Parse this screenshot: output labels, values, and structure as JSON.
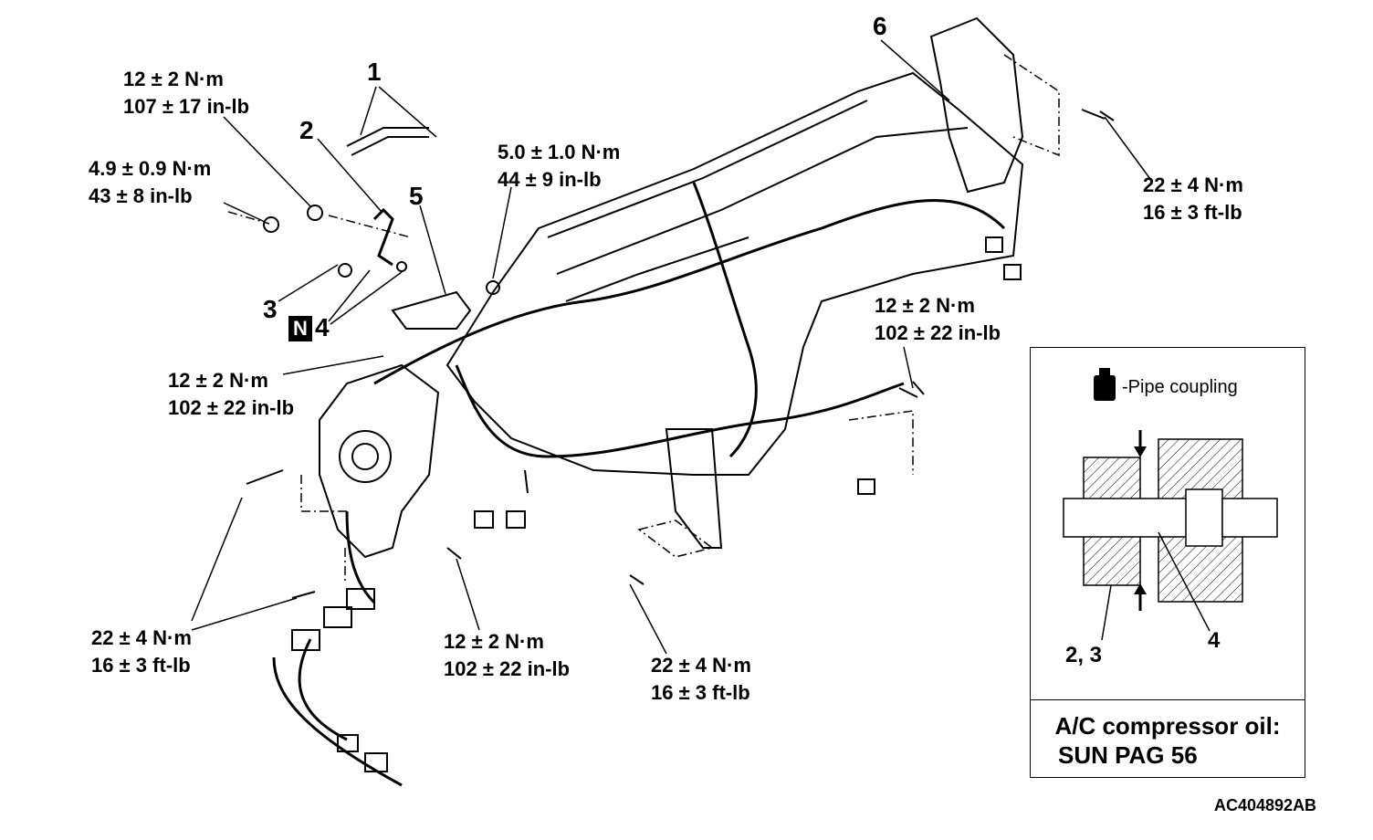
{
  "torques": {
    "t1": {
      "line1": "12 ± 2 N·m",
      "line2": "107 ± 17 in-lb"
    },
    "t2": {
      "line1": "4.9 ± 0.9 N·m",
      "line2": "43 ± 8 in-lb"
    },
    "t3": {
      "line1": "5.0 ± 1.0 N·m",
      "line2": "44 ± 9 in-lb"
    },
    "t4": {
      "line1": "22 ± 4 N·m",
      "line2": "16 ± 3 ft-lb"
    },
    "t5": {
      "line1": "12 ± 2 N·m",
      "line2": "102 ± 22 in-lb"
    },
    "t6": {
      "line1": "12 ± 2 N·m",
      "line2": "102 ± 22 in-lb"
    },
    "t7": {
      "line1": "22 ± 4 N·m",
      "line2": "16 ± 3 ft-lb"
    },
    "t8": {
      "line1": "12 ± 2 N·m",
      "line2": "102 ± 22 in-lb"
    },
    "t9": {
      "line1": "22 ± 4 N·m",
      "line2": "16 ± 3 ft-lb"
    }
  },
  "callouts": {
    "c1": "1",
    "c2": "2",
    "c3": "3",
    "c4": "4",
    "c5": "5",
    "c6": "6",
    "n_badge": "N"
  },
  "inset": {
    "legend": "-Pipe coupling",
    "label_23": "2, 3",
    "label_4": "4",
    "oil_title": "A/C compressor oil:",
    "oil_value": "SUN PAG 56"
  },
  "figure_code": "AC404892AB"
}
